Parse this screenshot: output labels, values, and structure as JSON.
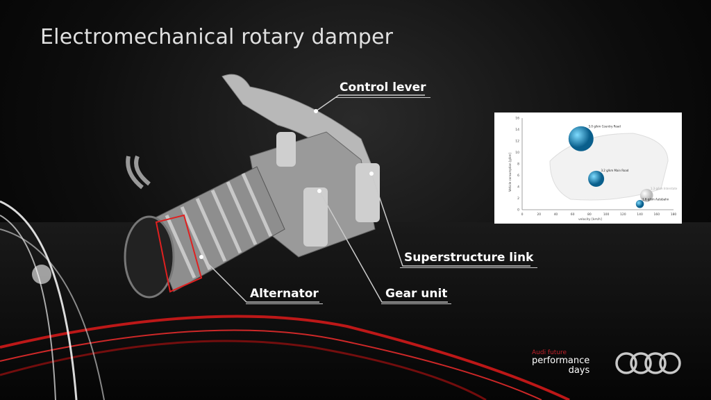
{
  "title": "Electromechanical rotary damper",
  "callouts": {
    "control_lever": "Control lever",
    "superstructure_link": "Superstructure link",
    "alternator": "Alternator",
    "gear_unit": "Gear unit"
  },
  "logo": {
    "line1": "Audi future",
    "line2": "performance",
    "line3": "days",
    "brand": "Audi rings"
  },
  "colors": {
    "accent_red": "#c0202a",
    "bubble_blue": "#1a8fc4"
  },
  "chart_data": {
    "type": "scatter",
    "title": "",
    "xlabel": "velocity [km/h]",
    "ylabel": "Vehicle consumption [g/km]",
    "xlim": [
      0,
      180
    ],
    "ylim": [
      0,
      16
    ],
    "xticks": [
      0,
      20,
      40,
      60,
      80,
      100,
      120,
      140,
      160,
      180
    ],
    "yticks": [
      0,
      2,
      4,
      6,
      8,
      10,
      12,
      14,
      16
    ],
    "points": [
      {
        "label": "5.0 g/km Country Road",
        "x": 70,
        "y": 12.4,
        "size": 5.0,
        "color": "#1a8fc4"
      },
      {
        "label": "3.2 g/km Main Road",
        "x": 88,
        "y": 5.4,
        "size": 3.2,
        "color": "#1a8fc4"
      },
      {
        "label": "1.3 g/km Interstate",
        "x": 148,
        "y": 2.5,
        "size": 2.6,
        "color": "#d8d8d8"
      },
      {
        "label": "1.6 g/km Autobahn",
        "x": 140,
        "y": 1.0,
        "size": 1.6,
        "color": "#1a8fc4"
      }
    ]
  }
}
